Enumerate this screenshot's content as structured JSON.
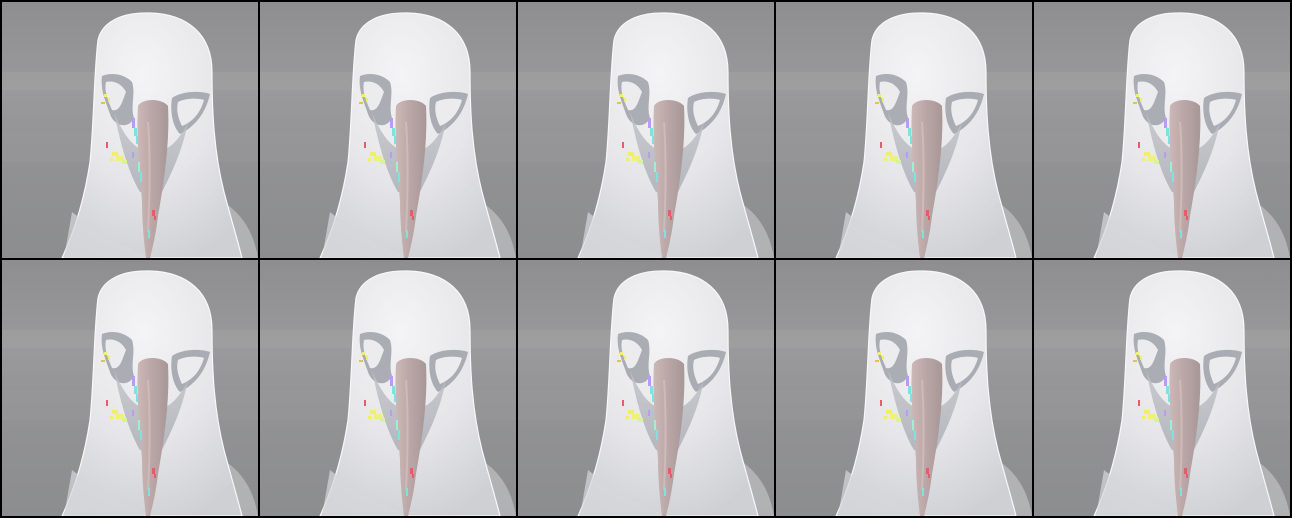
{
  "grid": {
    "rows": 2,
    "columns": 5,
    "tile_count": 10,
    "subject": "bird-head-front-view"
  },
  "colors": {
    "border": "#000000",
    "background_gray": "#8f8f91",
    "feather_white": "#e9e9eb",
    "beak_pink": "#b9a5a5",
    "shadow_gray": "#aeb1b8",
    "artifact_yellow": "#f2ee6a",
    "artifact_cyan": "#7ee3e0",
    "artifact_violet": "#b79cf0",
    "artifact_red": "#e35d6b"
  }
}
